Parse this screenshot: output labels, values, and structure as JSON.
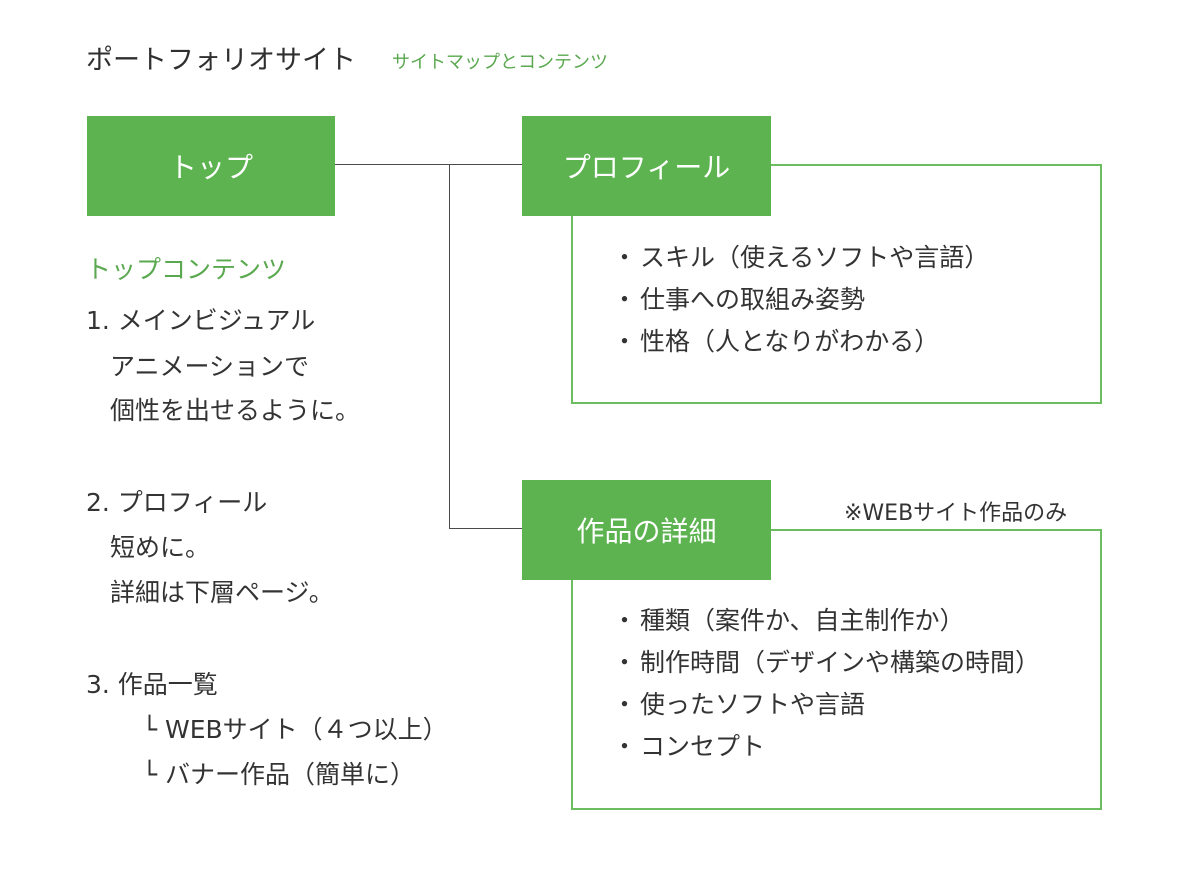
{
  "header": {
    "title": "ポートフォリオサイト",
    "subtitle": "サイトマップとコンテンツ"
  },
  "nodes": {
    "top": {
      "label": "トップ"
    },
    "profile": {
      "label": "プロフィール",
      "items": [
        "スキル（使えるソフトや言語）",
        "仕事への取組み姿勢",
        "性格（人となりがわかる）"
      ]
    },
    "works": {
      "label": "作品の詳細",
      "note": "※WEBサイト作品のみ",
      "items": [
        "種類（案件か、自主制作か）",
        "制作時間（デザインや構築の時間）",
        "使ったソフトや言語",
        "コンセプト"
      ]
    }
  },
  "top_contents": {
    "heading": "トップコンテンツ",
    "sections": [
      {
        "title": "1. メインビジュアル",
        "lines": [
          "アニメーションで",
          "個性を出せるように。"
        ]
      },
      {
        "title": "2. プロフィール",
        "lines": [
          "短めに。",
          "詳細は下層ページ。"
        ]
      },
      {
        "title": "3. 作品一覧",
        "lines": [
          "└ WEBサイト（４つ以上）",
          "└ バナー作品（簡単に）"
        ]
      }
    ]
  },
  "bullet_symbol": "・",
  "colors": {
    "accent_green": "#5cb350",
    "outline_green": "#6bbd5f",
    "connector": "#4a4a4a"
  }
}
